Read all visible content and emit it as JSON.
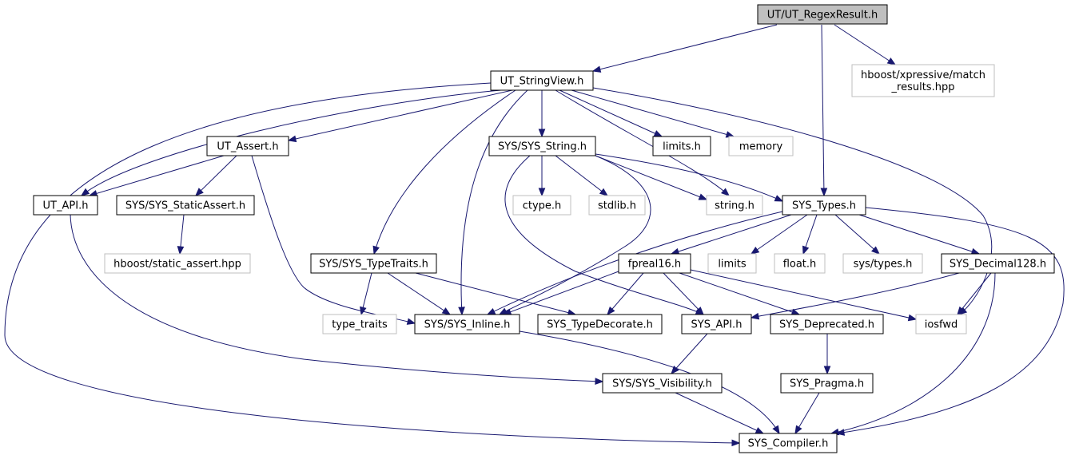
{
  "colors": {
    "edge": "#191970",
    "node_border": "#000000",
    "external_border": "#bfbfbf",
    "root_fill": "#bfbfbf",
    "node_fill": "#ffffff"
  },
  "nodes": {
    "root": "UT/UT_RegexResult.h",
    "match_results": "hboost/xpressive/match\n_results.hpp",
    "stringview": "UT_StringView.h",
    "ut_assert": "UT_Assert.h",
    "sys_string": "SYS/SYS_String.h",
    "limits_h": "limits.h",
    "memory": "memory",
    "ut_api": "UT_API.h",
    "static_assert_h": "SYS/SYS_StaticAssert.h",
    "ctype": "ctype.h",
    "stdlib": "stdlib.h",
    "string_h": "string.h",
    "sys_types": "SYS_Types.h",
    "static_assert_hpp": "hboost/static_assert.hpp",
    "type_traits_h": "SYS/SYS_TypeTraits.h",
    "fpreal16": "fpreal16.h",
    "limits": "limits",
    "float_h": "float.h",
    "sys_types_h": "sys/types.h",
    "decimal128": "SYS_Decimal128.h",
    "type_traits": "type_traits",
    "sys_inline": "SYS/SYS_Inline.h",
    "type_decorate": "SYS_TypeDecorate.h",
    "sys_api": "SYS_API.h",
    "deprecated": "SYS_Deprecated.h",
    "iosfwd": "iosfwd",
    "visibility": "SYS/SYS_Visibility.h",
    "pragma": "SYS_Pragma.h",
    "compiler": "SYS_Compiler.h"
  }
}
